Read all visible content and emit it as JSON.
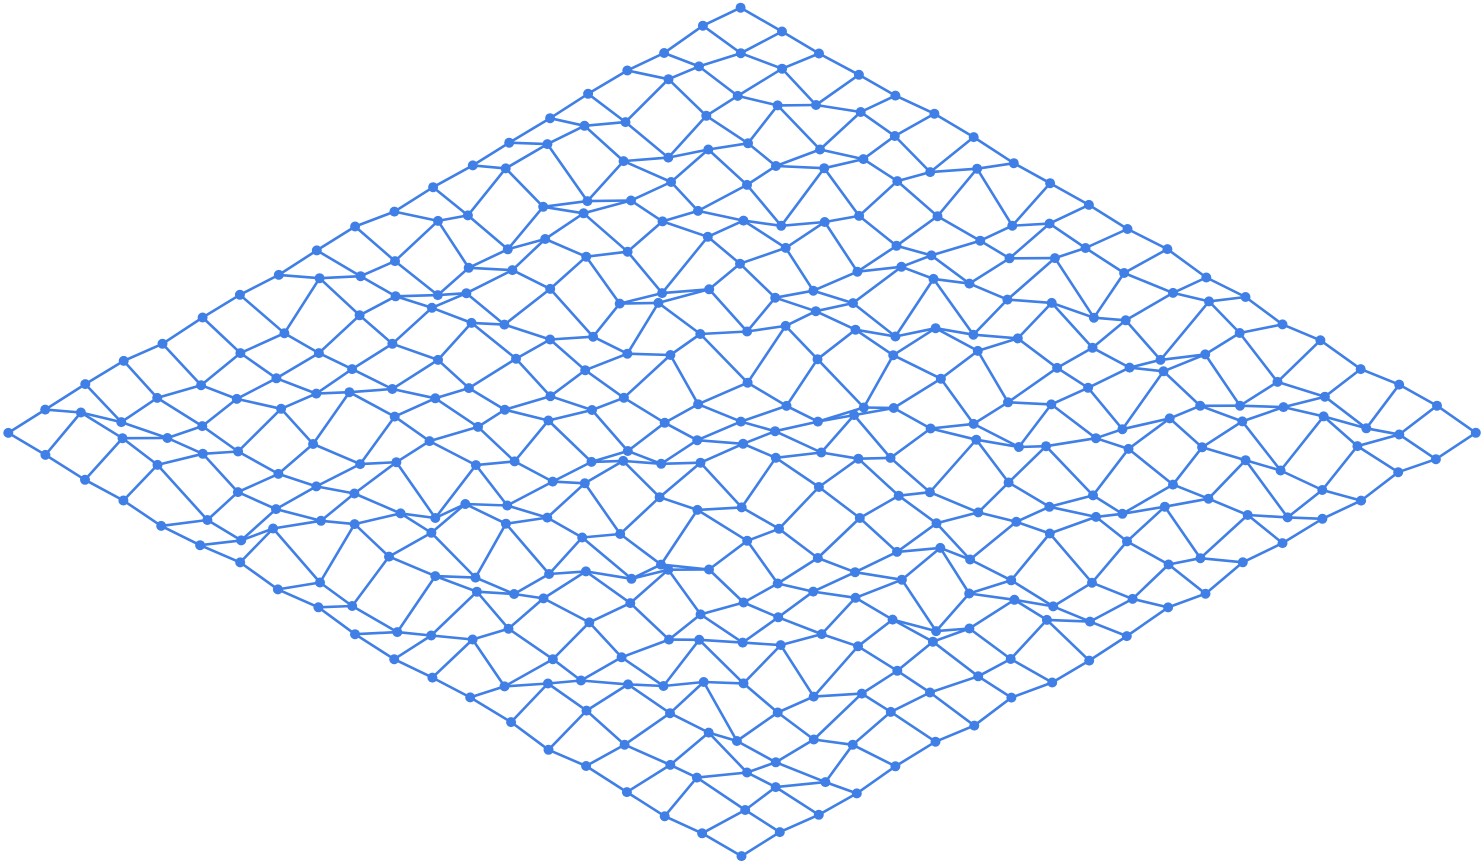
{
  "diagram": {
    "type": "isometric-wireframe-mesh",
    "description_visible_text": "",
    "grid": {
      "rows": 20,
      "cols": 20,
      "connectivity": "4-neighbor",
      "projection": "isometric",
      "surface": "random-height-terrain"
    },
    "style": {
      "edge_color": "#3f7fe6",
      "node_color": "#3f7fe6",
      "background_color": "#ffffff",
      "node_shape": "circle"
    }
  }
}
